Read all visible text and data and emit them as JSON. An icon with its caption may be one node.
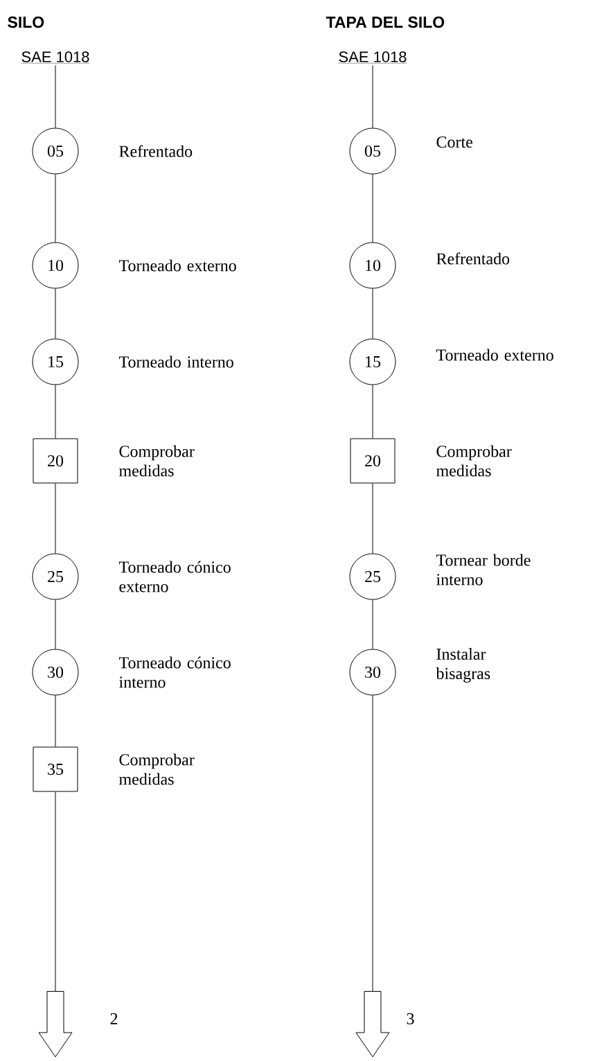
{
  "diagram": {
    "nodes": [
      {
        "text": [
          "SAE 1018"
        ]
      },
      {
        "text": [
          "05"
        ],
        "beside": [
          "Refrentado"
        ]
      },
      {
        "text": [
          "10"
        ],
        "beside": [
          "Torneado externo"
        ]
      },
      {
        "text": [
          "15"
        ],
        "beside": [
          "Torneado interno"
        ]
      },
      {
        "text": [
          "20"
        ],
        "beside": [
          "Comprobar medidas"
        ]
      },
      {
        "text": [
          "25"
        ],
        "beside": [
          "Torneado cónico externo"
        ]
      },
      {
        "text": [
          "30"
        ],
        "beside": [
          "Torneado cónico interno"
        ]
      },
      {
        "text": [
          "35"
        ],
        "beside": [
          "Comprobar medidas"
        ]
      },
      {
        "text": [],
        "shape": "arrow",
        "beside": [
          "2"
        ]
      },
      {
        "text": [
          "SAE 1018"
        ]
      },
      {
        "text": [
          "05"
        ],
        "beside": [
          "Corte"
        ]
      },
      {
        "text": [
          "10"
        ],
        "beside": [
          "Refrentado"
        ]
      },
      {
        "text": [
          "15"
        ],
        "beside": [
          "Torneado externo"
        ]
      },
      {
        "text": [
          "20"
        ],
        "beside": [
          "Comprobar medidas"
        ]
      },
      {
        "text": [
          "25"
        ],
        "beside": [
          "Tornear borde interno"
        ]
      },
      {
        "text": [
          "30"
        ],
        "beside": [
          "Instalar bisagras"
        ]
      },
      {
        "text": [],
        "shape": "arrow",
        "beside": [
          "3"
        ]
      }
    ],
    "edges": [
      {
        "from": 0,
        "to": 1,
        "arrow": "none"
      },
      {
        "from": 1,
        "to": 2,
        "arrow": "none"
      },
      {
        "from": 2,
        "to": 3,
        "arrow": "none"
      },
      {
        "from": 3,
        "to": 4,
        "arrow": "none"
      },
      {
        "from": 4,
        "to": 5,
        "arrow": "none"
      },
      {
        "from": 5,
        "to": 6,
        "arrow": "none"
      },
      {
        "from": 6,
        "to": 7,
        "arrow": "none"
      },
      {
        "from": 7,
        "to": 8,
        "arrow": "none"
      },
      {
        "from": 9,
        "to": 10,
        "arrow": "none"
      },
      {
        "from": 10,
        "to": 11,
        "arrow": "none"
      },
      {
        "from": 11,
        "to": 12,
        "arrow": "none"
      },
      {
        "from": 12,
        "to": 13,
        "arrow": "none"
      },
      {
        "from": 13,
        "to": 14,
        "arrow": "none"
      },
      {
        "from": 14,
        "to": 15,
        "arrow": "none"
      },
      {
        "from": 15,
        "to": 16,
        "arrow": "none"
      }
    ],
    "labels": [
      "SILO",
      "TAPA DEL SILO"
    ]
  }
}
